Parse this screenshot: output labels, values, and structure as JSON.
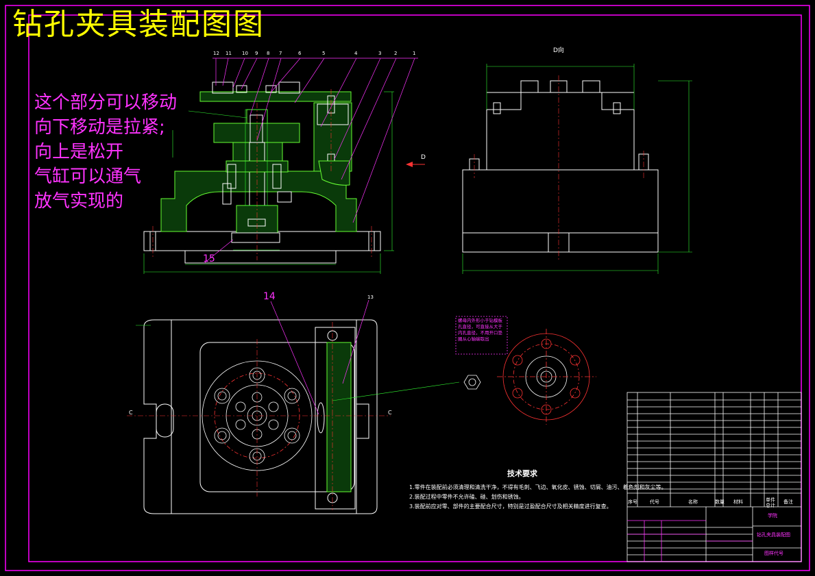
{
  "title": "钻孔夹具装配图图",
  "note_lines": [
    "这个部分可以移动",
    "向下移动是拉紧;",
    "向上是松开",
    "气缸可以通气",
    "放气实现的"
  ],
  "view_labels": {
    "d_view": "D向",
    "d_arrow": "D",
    "c_left": "C",
    "c_right": "C"
  },
  "part_numbers_top": [
    "12",
    "11",
    "10",
    "9",
    "8",
    "7",
    "6",
    "5",
    "4",
    "3",
    "2",
    "1"
  ],
  "part_number_15": "15",
  "part_number_14": "14",
  "part_number_13": "13",
  "tech_req": {
    "title": "技术要求",
    "lines": [
      "1.零件在装配前必须清理和清洗干净，不得有毛刺、飞边、氧化皮、锈蚀、切屑、油污、着色剂和灰尘等。",
      "2.装配过程中零件不允许磕、碰、划伤和锈蚀。",
      "3.装配前应对零、部件的主要配合尺寸，特别是过盈配合尺寸及相关精度进行复查。"
    ]
  },
  "annotation_small": "螺母内外形小于钻模板孔直径，可直接从大于内孔直径，不用开口垫圈从心轴端取出",
  "title_block": {
    "drawing_name": "钻孔夹具装配图",
    "school": "学院",
    "drawing_no": "图样代号",
    "header": [
      "序号",
      "代号",
      "名称",
      "数量",
      "材料",
      "单件",
      "总计",
      "备注"
    ]
  },
  "colors": {
    "frame": "#ff00ff",
    "geometry": "#ffffff",
    "section": "#66ff33",
    "dim": "#33ff33",
    "center": "#ff3333",
    "leader": "#ff33ff",
    "title": "#ffff00"
  }
}
